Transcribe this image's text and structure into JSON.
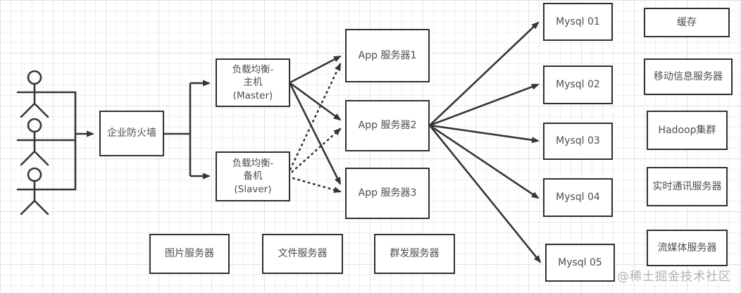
{
  "diagram_title": "web-architecture-diagram",
  "watermark": "@稀土掘金技术社区",
  "users": {
    "actor_count": 3
  },
  "nodes": {
    "firewall": {
      "label": "企业防火墙"
    },
    "lb_master": {
      "lines": [
        "负载均衡-",
        "主机",
        "(Master)"
      ]
    },
    "lb_slaver": {
      "lines": [
        "负载均衡-",
        "备机",
        "(Slaver)"
      ]
    },
    "app_server_1": {
      "label": "App 服务器1"
    },
    "app_server_2": {
      "label": "App 服务器2"
    },
    "app_server_3": {
      "label": "App 服务器3"
    },
    "mysql_01": {
      "label": "Mysql 01"
    },
    "mysql_02": {
      "label": "Mysql 02"
    },
    "mysql_03": {
      "label": "Mysql 03"
    },
    "mysql_04": {
      "label": "Mysql 04"
    },
    "mysql_05": {
      "label": "Mysql 05"
    },
    "cache": {
      "label": "缓存"
    },
    "mobile_info_server": {
      "label": "移动信息服务器"
    },
    "hadoop_cluster": {
      "label": "Hadoop集群"
    },
    "realtime_comm_server": {
      "label": "实时通讯服务器"
    },
    "streaming_media_server": {
      "label": "流媒体服务器"
    },
    "image_server": {
      "label": "图片服务器"
    },
    "file_server": {
      "label": "文件服务器"
    },
    "mass_send_server": {
      "label": "群发服务器"
    }
  },
  "edges": [
    {
      "from": "users",
      "to": "firewall",
      "style": "solid-arrow"
    },
    {
      "from": "firewall",
      "to": "lb_master",
      "style": "solid-arrow"
    },
    {
      "from": "firewall",
      "to": "lb_slaver",
      "style": "solid-arrow"
    },
    {
      "from": "lb_master",
      "to": "app_server_1",
      "style": "solid-arrow"
    },
    {
      "from": "lb_master",
      "to": "app_server_2",
      "style": "solid-arrow"
    },
    {
      "from": "lb_master",
      "to": "app_server_3",
      "style": "solid-arrow"
    },
    {
      "from": "lb_slaver",
      "to": "app_server_1",
      "style": "dotted-arrow"
    },
    {
      "from": "lb_slaver",
      "to": "app_server_2",
      "style": "dotted-arrow"
    },
    {
      "from": "lb_slaver",
      "to": "app_server_3",
      "style": "dotted-arrow"
    },
    {
      "from": "app_server_2",
      "to": "mysql_01",
      "style": "solid-arrow"
    },
    {
      "from": "app_server_2",
      "to": "mysql_02",
      "style": "solid-arrow"
    },
    {
      "from": "app_server_2",
      "to": "mysql_03",
      "style": "solid-arrow"
    },
    {
      "from": "app_server_2",
      "to": "mysql_04",
      "style": "solid-arrow"
    },
    {
      "from": "app_server_2",
      "to": "mysql_05",
      "style": "solid-arrow"
    }
  ],
  "colors": {
    "line": "#363636",
    "box_border": "#303030",
    "text": "#4d4d4d",
    "watermark": "#b3b3b3",
    "grid": "#efefef",
    "background": "#ffffff"
  }
}
